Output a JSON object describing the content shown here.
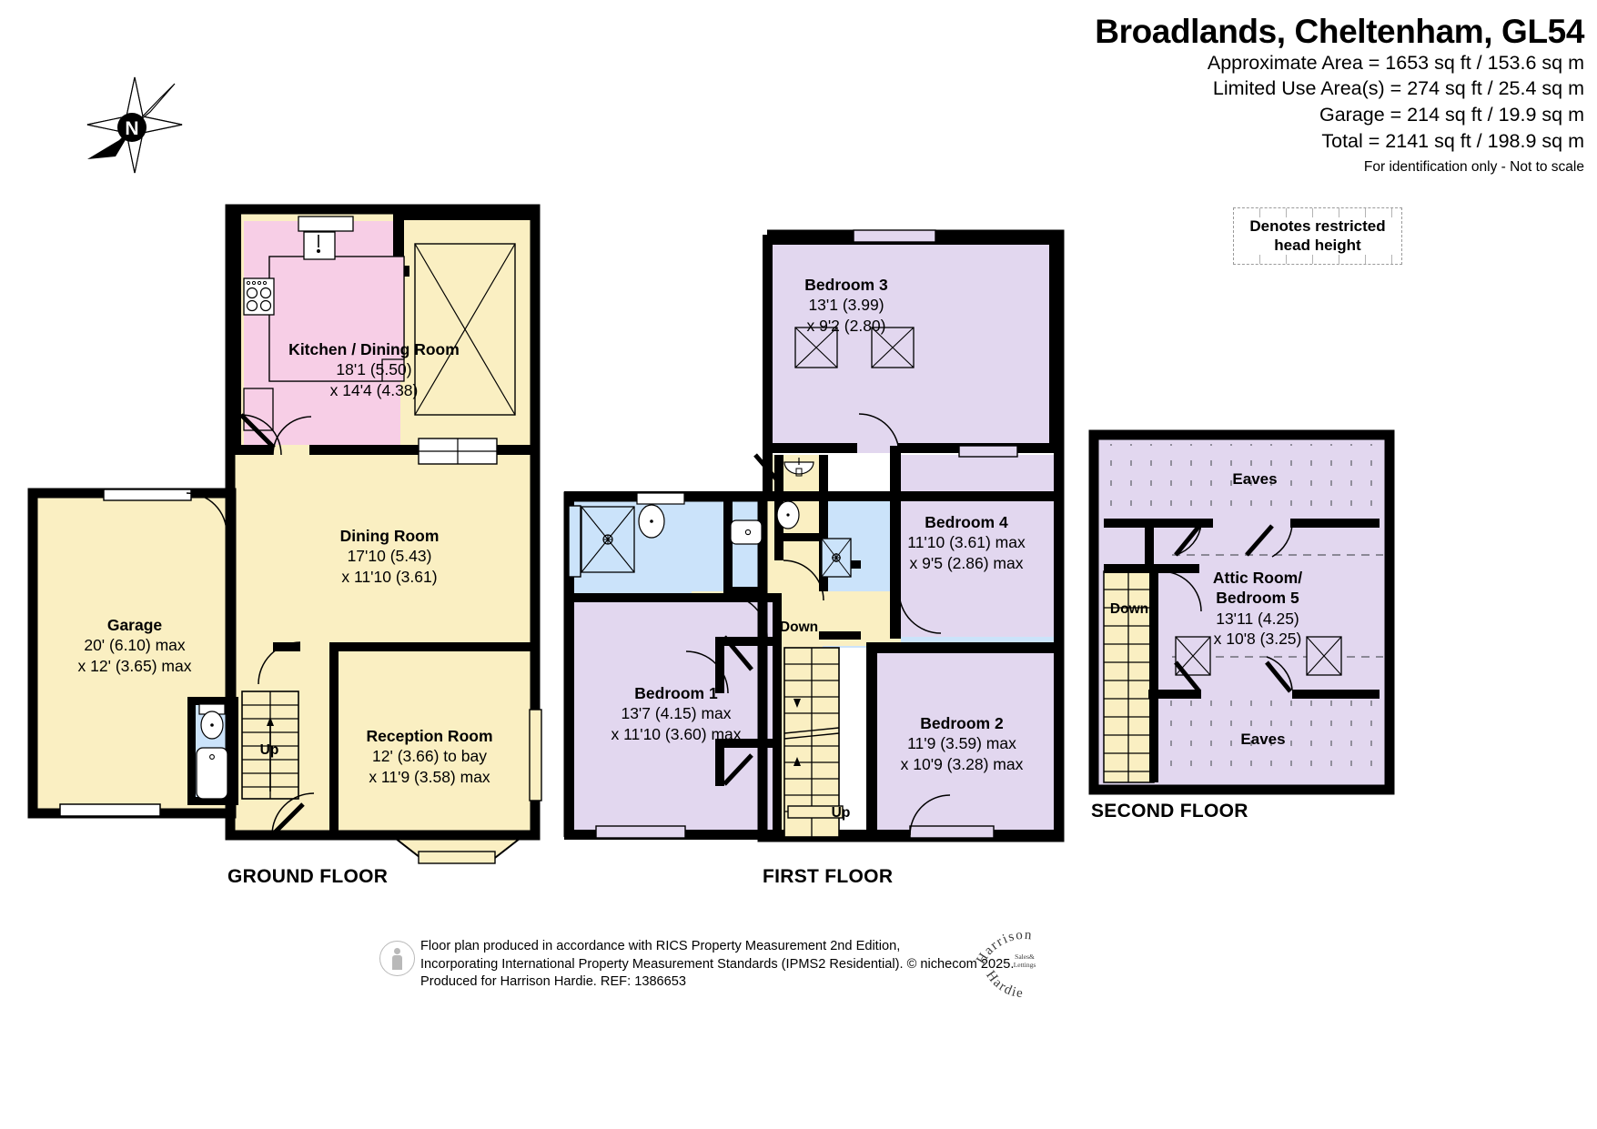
{
  "header": {
    "title": "Broadlands, Cheltenham, GL54",
    "approx_area": "Approximate Area = 1653 sq ft / 153.6 sq m",
    "limited_use_area": "Limited Use Area(s) = 274 sq ft / 25.4 sq m",
    "garage_area": "Garage = 214 sq ft / 19.9 sq m",
    "total_area": "Total = 2141 sq ft / 198.9 sq m",
    "disclaimer": "For identification only - Not to scale",
    "restricted_legend": "Denotes restricted head height"
  },
  "compass": {
    "label": "N"
  },
  "floors": [
    {
      "id": "ground",
      "caption": "GROUND FLOOR"
    },
    {
      "id": "first",
      "caption": "FIRST FLOOR"
    },
    {
      "id": "second",
      "caption": "SECOND FLOOR"
    }
  ],
  "rooms": {
    "kitchen_dining": {
      "name": "Kitchen / Dining Room",
      "dim1": "18'1 (5.50)",
      "dim2": "x 14'4 (4.38)"
    },
    "dining": {
      "name": "Dining Room",
      "dim1": "17'10 (5.43)",
      "dim2": "x 11'10 (3.61)"
    },
    "garage": {
      "name": "Garage",
      "dim1": "20' (6.10) max",
      "dim2": "x 12' (3.65) max"
    },
    "reception": {
      "name": "Reception Room",
      "dim1": "12' (3.66) to bay",
      "dim2": "x 11'9 (3.58) max"
    },
    "bedroom3": {
      "name": "Bedroom 3",
      "dim1": "13'1 (3.99)",
      "dim2": "x 9'2 (2.80)"
    },
    "bedroom4": {
      "name": "Bedroom 4",
      "dim1": "11'10 (3.61) max",
      "dim2": "x 9'5 (2.86) max"
    },
    "bedroom1": {
      "name": "Bedroom 1",
      "dim1": "13'7 (4.15) max",
      "dim2": "x 11'10 (3.60) max"
    },
    "bedroom2": {
      "name": "Bedroom 2",
      "dim1": "11'9 (3.59) max",
      "dim2": "x 10'9 (3.28) max"
    },
    "attic": {
      "name_line1": "Attic Room/",
      "name_line2": "Bedroom 5",
      "dim1": "13'11 (4.25)",
      "dim2": "x 10'8 (3.25)"
    }
  },
  "eaves": {
    "top": "Eaves",
    "bottom": "Eaves"
  },
  "stairs": {
    "ground_up": "Up",
    "first_down": "Down",
    "first_up": "Up",
    "second_down": "Down"
  },
  "footer": {
    "line1": "Floor plan produced in accordance with RICS Property Measurement 2nd Edition,",
    "line2": "Incorporating International Property Measurement Standards (IPMS2 Residential).",
    "line2b": "© nichecom 2025.",
    "line3": "Produced for Harrison Hardie.  REF: 1386653",
    "brand_top": "Harrison",
    "brand_mid1": "Sales&",
    "brand_mid2": "Lettings",
    "brand_bottom": "Hardie"
  },
  "colors": {
    "wall": "#000000",
    "floor_cream": "#faefc2",
    "room_pink": "#f7cee6",
    "room_lilac": "#e2d7ef",
    "room_blue": "#cbe3fa",
    "restricted_dash": "#6e6e78"
  }
}
